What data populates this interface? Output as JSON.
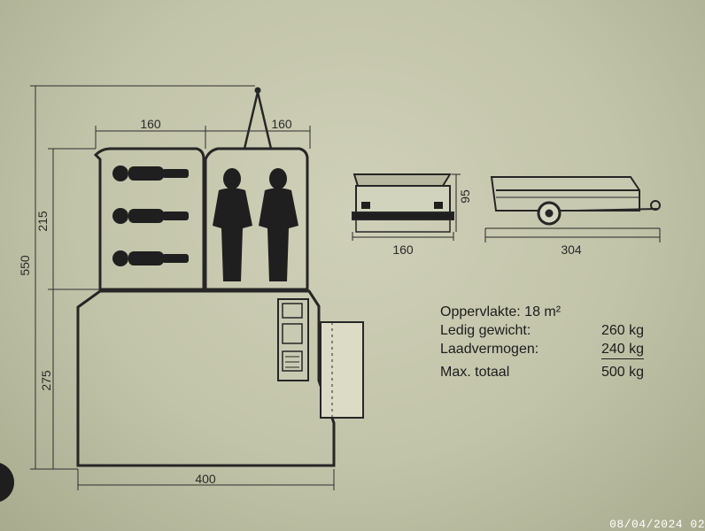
{
  "dimensions": {
    "top_left_width": "160",
    "top_right_width": "160",
    "total_height": "550",
    "sleeping_depth": "215",
    "living_depth": "275",
    "bottom_width": "400",
    "side_height": "95",
    "front_width": "160",
    "side_length": "304"
  },
  "specs": {
    "area_label": "Oppervlakte:",
    "area_value": "18 m²",
    "empty_weight_label": "Ledig gewicht:",
    "empty_weight_value": "260 kg",
    "load_capacity_label": "Laadvermogen:",
    "load_capacity_value": "240 kg",
    "max_total_label": "Max. totaal",
    "max_total_value": "500 kg"
  },
  "timestamp": "08/04/2024 02"
}
